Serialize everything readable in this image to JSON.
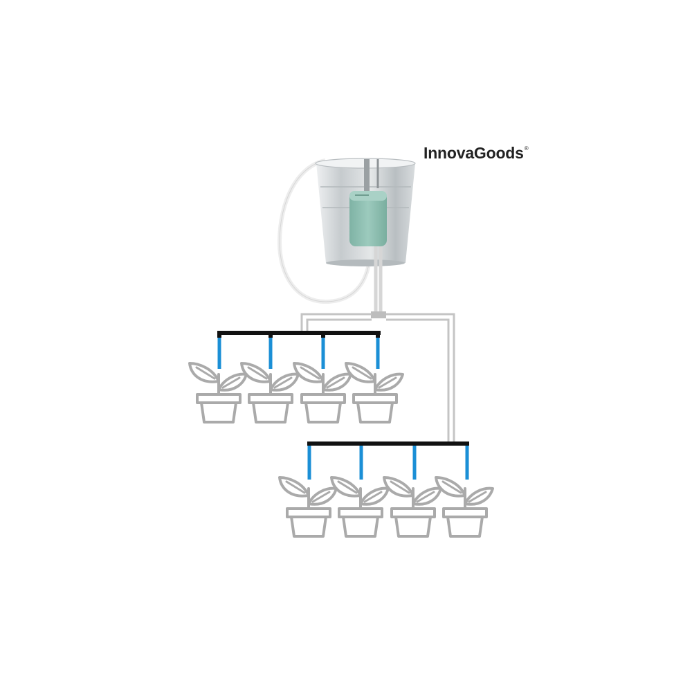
{
  "brand": {
    "name": "InnovaGoods",
    "mark": "®"
  },
  "colors": {
    "distribution_bar": "#111111",
    "drip_line": "#1b8fd6",
    "tubing": "#c4c4c4",
    "plant_outline": "#aaaaaa",
    "pump_body": "#8fc1b3",
    "bucket": "#c9cfd2"
  },
  "icons": [
    "bucket-icon",
    "pump-icon",
    "plant-pot-icon"
  ],
  "diagram": {
    "rows": [
      {
        "plants": 4
      },
      {
        "plants": 4
      }
    ]
  }
}
